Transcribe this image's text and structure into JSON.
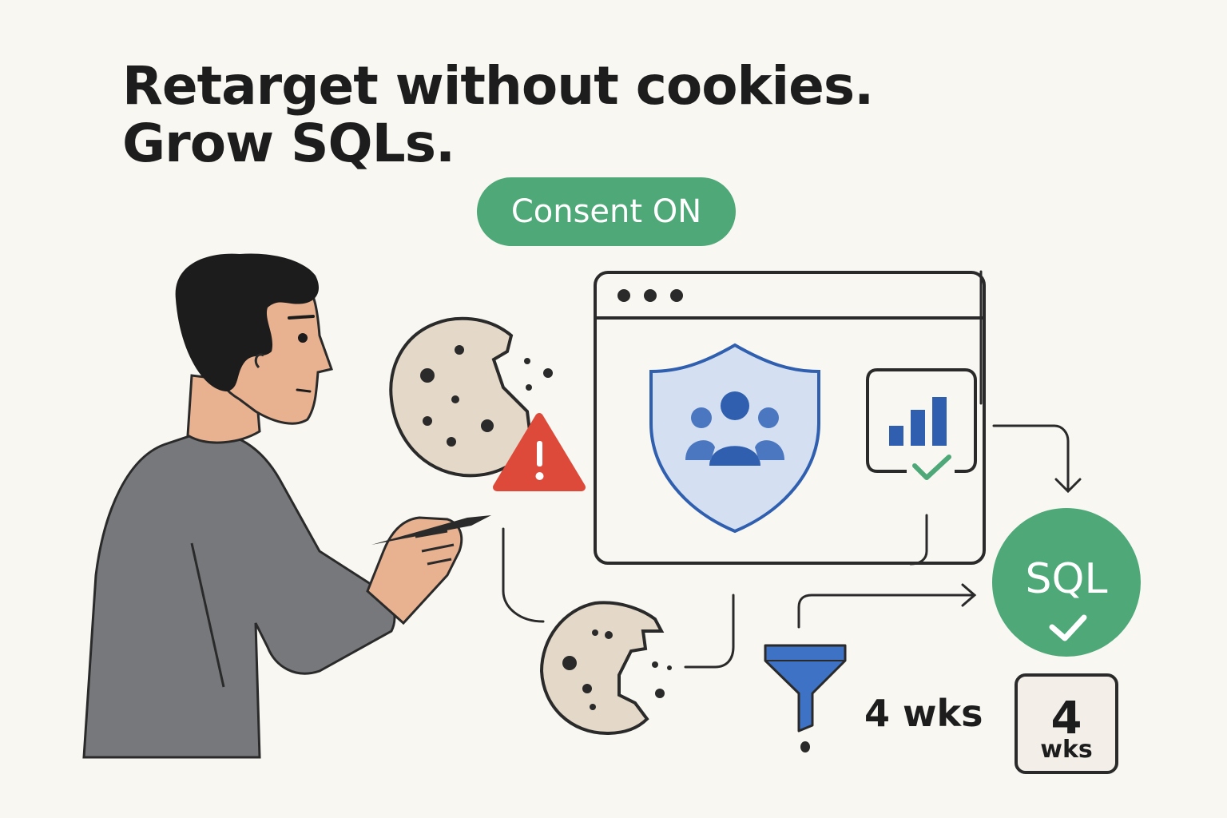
{
  "headline": {
    "line1": "Retarget without cookies.",
    "line2": "Grow SQLs."
  },
  "consent_badge": "Consent ON",
  "sql_node": {
    "label": "SQL"
  },
  "duration": {
    "label": "4 wks",
    "calendar_number": "4",
    "calendar_unit": "wks"
  },
  "colors": {
    "green": "#4ea878",
    "blue": "#2f5fae",
    "warning_red": "#dd4a3a",
    "cookie": "#e4d9c8",
    "shirt": "#76787b",
    "skin": "#e8b18f"
  },
  "icons": [
    "cookie-icon",
    "warning-icon",
    "browser-window-icon",
    "shield-users-icon",
    "bar-chart-icon",
    "checkmark-icon",
    "funnel-icon",
    "calendar-icon"
  ]
}
